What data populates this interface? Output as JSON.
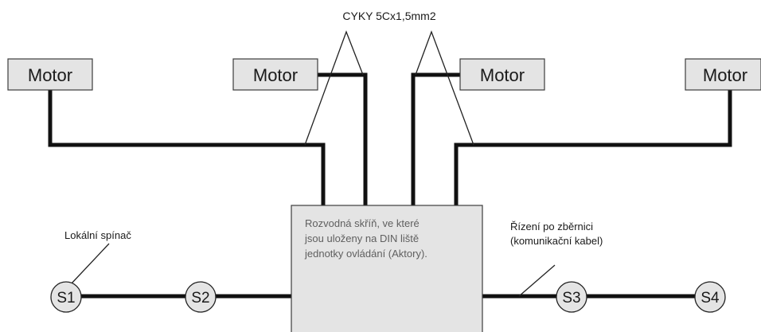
{
  "cable_label": "CYKY 5Cx1,5mm2",
  "motors": [
    {
      "label": "Motor"
    },
    {
      "label": "Motor"
    },
    {
      "label": "Motor"
    },
    {
      "label": "Motor"
    }
  ],
  "cabinet": {
    "lines": [
      "Rozvodná skříň, ve které",
      "jsou uloženy na DIN liště",
      "jednotky ovládání (Aktory)."
    ]
  },
  "switches": [
    {
      "label": "S1"
    },
    {
      "label": "S2"
    },
    {
      "label": "S3"
    },
    {
      "label": "S4"
    }
  ],
  "local_switch_label": "Lokální spínač",
  "bus_label": {
    "lines": [
      "Řízení po zběrnici",
      "(komunikační kabel)"
    ]
  },
  "colors": {
    "box_fill": "#e4e4e4",
    "box_stroke": "#3c3c3c",
    "wire": "#111111",
    "thin_line": "#222222"
  }
}
